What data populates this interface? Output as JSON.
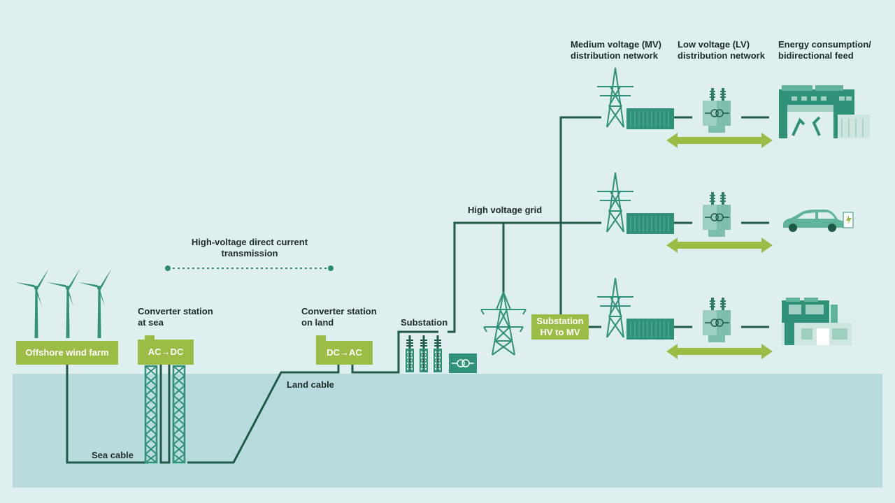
{
  "labels": {
    "hvdc": [
      "High-voltage direct current",
      "transmission"
    ],
    "converter_sea": [
      "Converter station",
      "at sea"
    ],
    "converter_land": [
      "Converter station",
      "on land"
    ],
    "substation": "Substation",
    "high_voltage_grid": "High voltage grid",
    "land_cable": "Land cable",
    "sea_cable": "Sea cable",
    "mv_network": [
      "Medium voltage (MV)",
      "distribution network"
    ],
    "lv_network": [
      "Low voltage (LV)",
      "distribution network"
    ],
    "consumption": [
      "Energy consumption/",
      "bidirectional feed"
    ]
  },
  "boxes": {
    "wind_farm": "Offshore wind farm",
    "ac_dc": "AC→DC",
    "dc_ac": "DC→AC",
    "substation_hv_mv": [
      "Substation",
      "HV to MV"
    ]
  },
  "colors": {
    "background": "#dfeeee",
    "sea": "#b8dcdb",
    "line": "#1f5a49",
    "icon": "#2e9178",
    "icon_light": "#9fcfc3",
    "box": "#9bbd45",
    "arrow": "#9bbd45",
    "dotted": "#2e8c6e"
  },
  "icons": [
    "wind-turbine-icon",
    "pylon-icon",
    "transformer-icon",
    "factory-icon",
    "electric-car-icon",
    "house-icon",
    "battery-container-icon"
  ]
}
